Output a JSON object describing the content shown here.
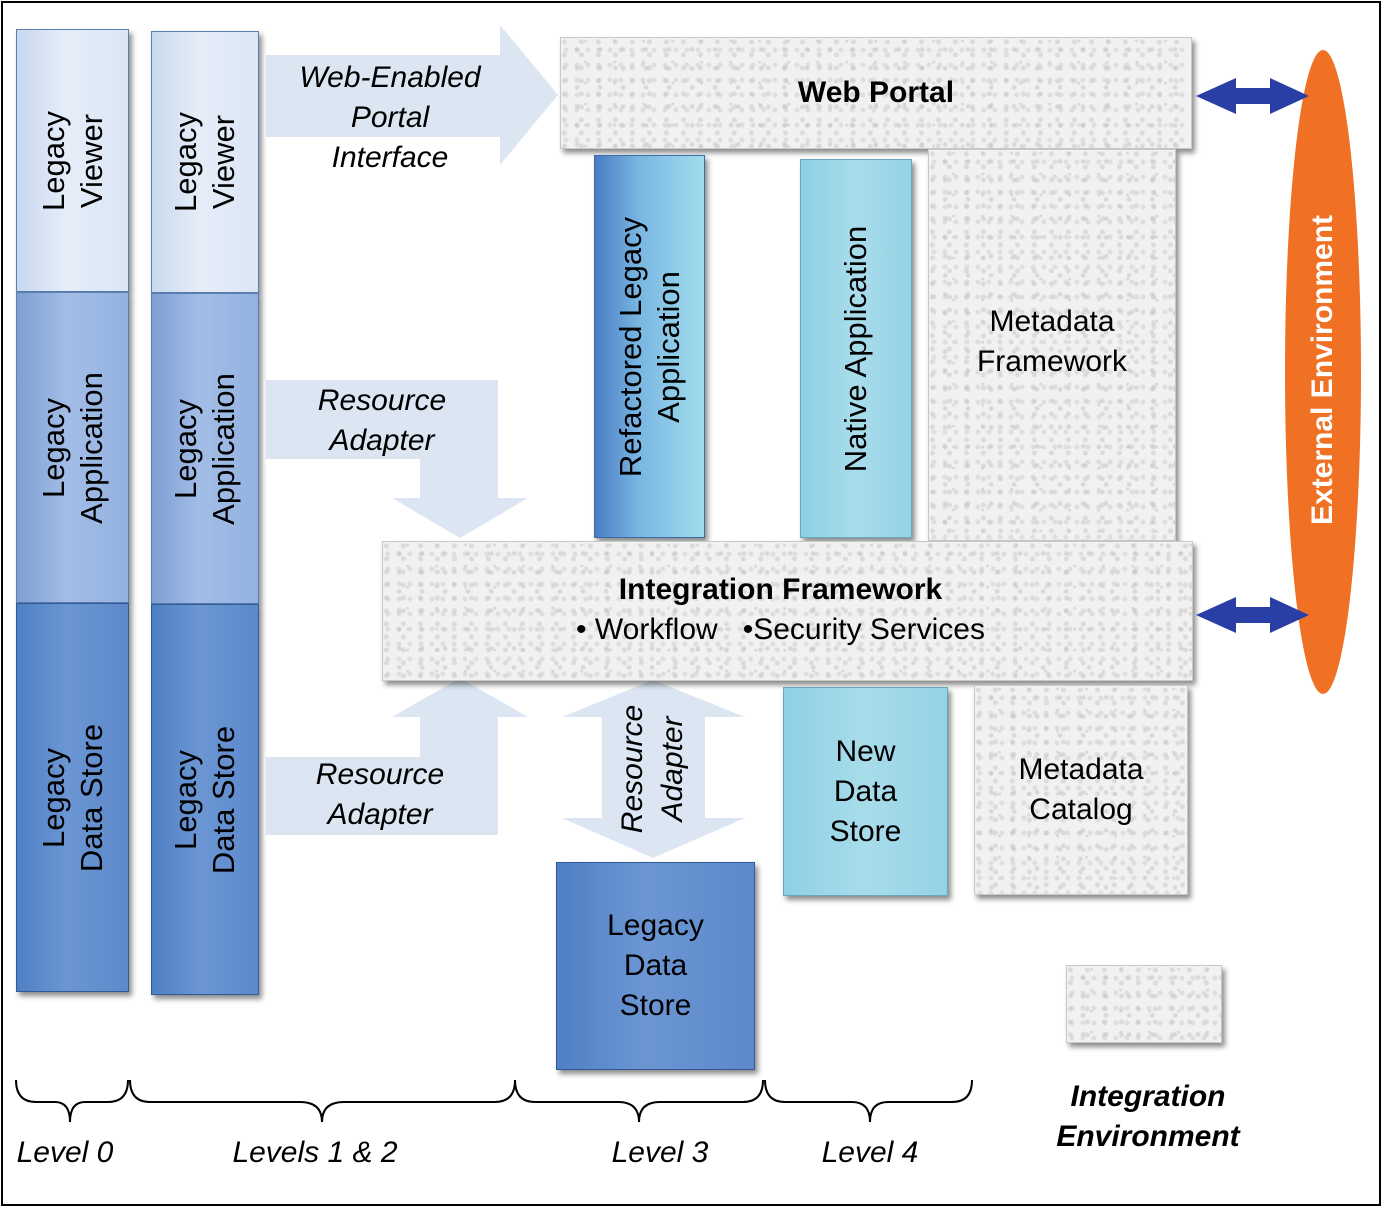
{
  "columns": {
    "level0": {
      "viewer": [
        "Legacy",
        "Viewer"
      ],
      "application": [
        "Legacy",
        "Application"
      ],
      "data_store": [
        "Legacy",
        "Data Store"
      ]
    },
    "level12": {
      "viewer": [
        "Legacy",
        "Viewer"
      ],
      "application": [
        "Legacy",
        "Application"
      ],
      "data_store": [
        "Legacy",
        "Data Store"
      ]
    }
  },
  "arrows": {
    "web_enabled": [
      "Web-Enabled",
      "Portal",
      "Interface"
    ],
    "resource_adapter_top": [
      "Resource",
      "Adapter"
    ],
    "resource_adapter_bottom": [
      "Resource",
      "Adapter"
    ],
    "resource_adapter_vertical": [
      "Resource",
      "Adapter"
    ]
  },
  "web_portal": "Web Portal",
  "refactored_app": [
    "Refactored Legacy",
    "Application"
  ],
  "native_app": "Native Application",
  "metadata_framework": [
    "Metadata",
    "Framework"
  ],
  "integration_framework": {
    "title": "Integration Framework",
    "items": [
      "• Workflow",
      "•Security Services"
    ]
  },
  "new_data_store": [
    "New",
    "Data",
    "Store"
  ],
  "metadata_catalog": [
    "Metadata",
    "Catalog"
  ],
  "legacy_data_store_l3": [
    "Legacy",
    "Data",
    "Store"
  ],
  "external_environment": "External Environment",
  "legend": [
    "Integration",
    "Environment"
  ],
  "levels": [
    "Level 0",
    "Levels 1 & 2",
    "Level 3",
    "Level 4"
  ],
  "colors": {
    "external": "#f07024",
    "double_arrow": "#2a3fa5",
    "light_arrow": "#dce6f3"
  }
}
